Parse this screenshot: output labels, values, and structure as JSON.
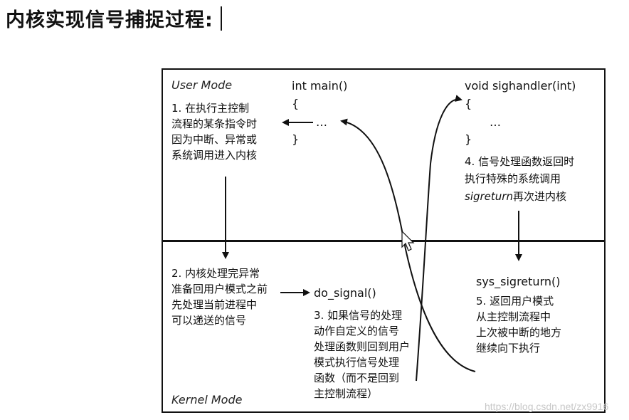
{
  "heading": "内核实现信号捕捉过程:",
  "user_mode_label": "User Mode",
  "kernel_mode_label": "Kernel Mode",
  "main_code": {
    "signature": "int main()",
    "open_brace": "{",
    "ellipsis": "…",
    "close_brace": "}"
  },
  "handler_code": {
    "signature": "void sighandler(int)",
    "open_brace": "{",
    "ellipsis": "…",
    "close_brace": "}"
  },
  "steps": {
    "step1": "1. 在执行主控制\n流程的某条指令时\n因为中断、异常或\n系统调用进入内核",
    "step2": "2. 内核处理完异常\n准备回用户模式之前\n先处理当前进程中\n可以递送的信号",
    "step3": "3. 如果信号的处理\n动作自定义的信号\n处理函数则回到用户\n模式执行信号处理\n函数（而不是回到\n主控制流程）",
    "step4_lines": [
      "4. 信号处理函数返回时",
      "执行特殊的系统调用"
    ],
    "step4_italic": "sigreturn",
    "step4_tail": "再次进内核",
    "step5": "5. 返回用户模式\n从主控制流程中\n上次被中断的地方\n继续向下执行"
  },
  "kernel_calls": {
    "do_signal": "do_signal()",
    "sys_sigreturn": "sys_sigreturn()"
  },
  "watermark": "https://blog.csdn.net/zx9916"
}
